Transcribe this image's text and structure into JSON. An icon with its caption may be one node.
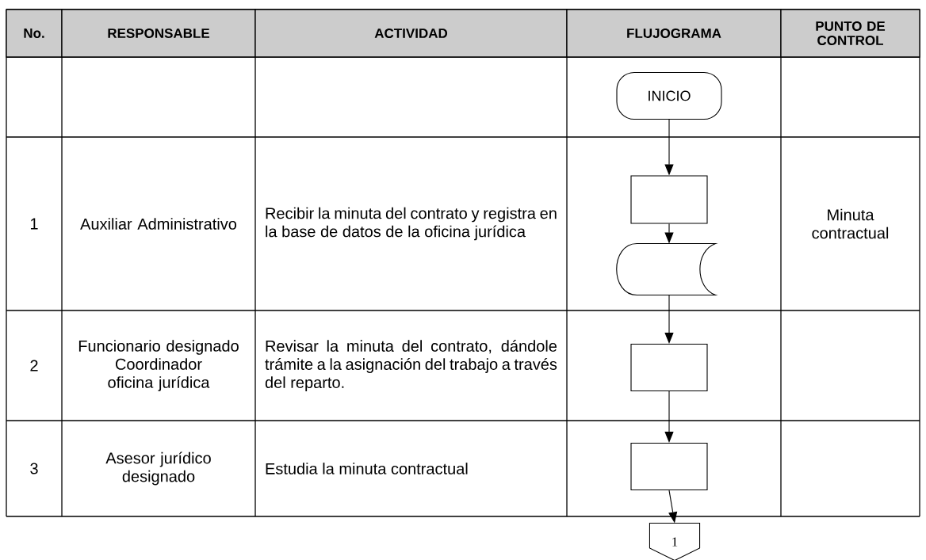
{
  "diagram": {
    "nodes": [
      {
        "text": [
          "INICIO"
        ]
      },
      {
        "text": [],
        "shape": "box"
      },
      {
        "text": [],
        "shape": "storage"
      },
      {
        "text": [],
        "shape": "box"
      },
      {
        "text": [],
        "shape": "box"
      },
      {
        "text": [
          "1"
        ]
      }
    ],
    "edges": [
      {
        "from": 0,
        "to": 1,
        "arrow": "to"
      },
      {
        "from": 1,
        "to": 2,
        "arrow": "to"
      },
      {
        "from": 2,
        "to": 3,
        "arrow": "to"
      },
      {
        "from": 3,
        "to": 4,
        "arrow": "to"
      },
      {
        "from": 4,
        "to": 5,
        "arrow": "to"
      }
    ],
    "labels": [
      "No.",
      "RESPONSABLE",
      "ACTIVIDAD",
      "FLUJOGRAMA",
      "PUNTO DE CONTROL",
      "1",
      "Auxiliar Administrativo",
      "Recibir la minuta del contrato y registra en la base de datos de la oficina jurídica",
      "Minuta contractual",
      "2",
      "Funcionario designado Coordinador oficina jurídica",
      "Revisar la minuta del contrato, dándole trámite a la asignación del trabajo a través del reparto.",
      "3",
      "Asesor jurídico designado",
      "Estudia la minuta contractual"
    ]
  }
}
